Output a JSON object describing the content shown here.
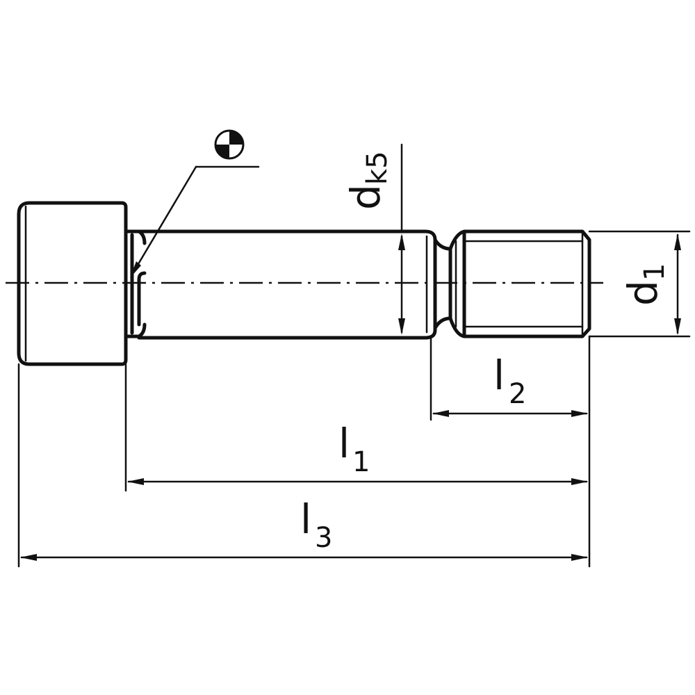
{
  "labels": {
    "dk5": {
      "main": "d",
      "sub": "k5"
    },
    "d1": {
      "main": "d",
      "sub": "1"
    },
    "l1": {
      "main": "l",
      "sub": "1"
    },
    "l2": {
      "main": "l",
      "sub": "2"
    },
    "l3": {
      "main": "l",
      "sub": "3"
    }
  },
  "symbols": {
    "datum_marker": "quarter-circle-target-icon"
  }
}
